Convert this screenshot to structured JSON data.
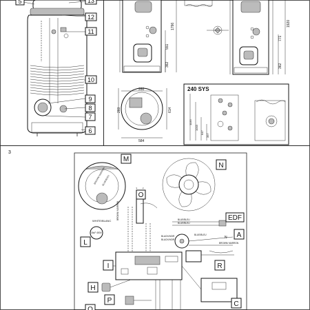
{
  "panel_top_left": {
    "callouts": [
      "5",
      "13",
      "12",
      "11",
      "10",
      "9",
      "8",
      "7",
      "6"
    ]
  },
  "panel_top_right": {
    "dims_left": [
      "1796",
      "551",
      "362"
    ],
    "dims_right": [
      "1920",
      "771",
      "362"
    ],
    "top_view_dims": [
      "260",
      "260",
      "614",
      "584"
    ],
    "variant_title": "240 SYS",
    "variant_dims": [
      "1133",
      "1003",
      "647",
      "397"
    ]
  },
  "panel_bottom": {
    "section_number": "3",
    "callouts": [
      "M",
      "N",
      "O",
      "EDF",
      "A",
      "L",
      "I",
      "R",
      "H",
      "P",
      "Q",
      "C"
    ],
    "wire_labels": {
      "brown": "BROWN/ MARRON",
      "blue_bleu": "BLUE/BLEU",
      "white_blanc": "WHITE/BLANC",
      "brown_marron": "BROWN/ MARRON",
      "capacitor": "15uF 450V",
      "blue_bleu_1": "BLUE/BLEU",
      "blue_bleu_2": "BLUE/BLEU",
      "black_noir_1": "BLACK/NOIR",
      "black_noir_2": "BLACK/NOIR",
      "blue_bleu_3": "BLUE/BLEU",
      "n": "N",
      "brown_3": "BROWN/ MARRON"
    }
  }
}
